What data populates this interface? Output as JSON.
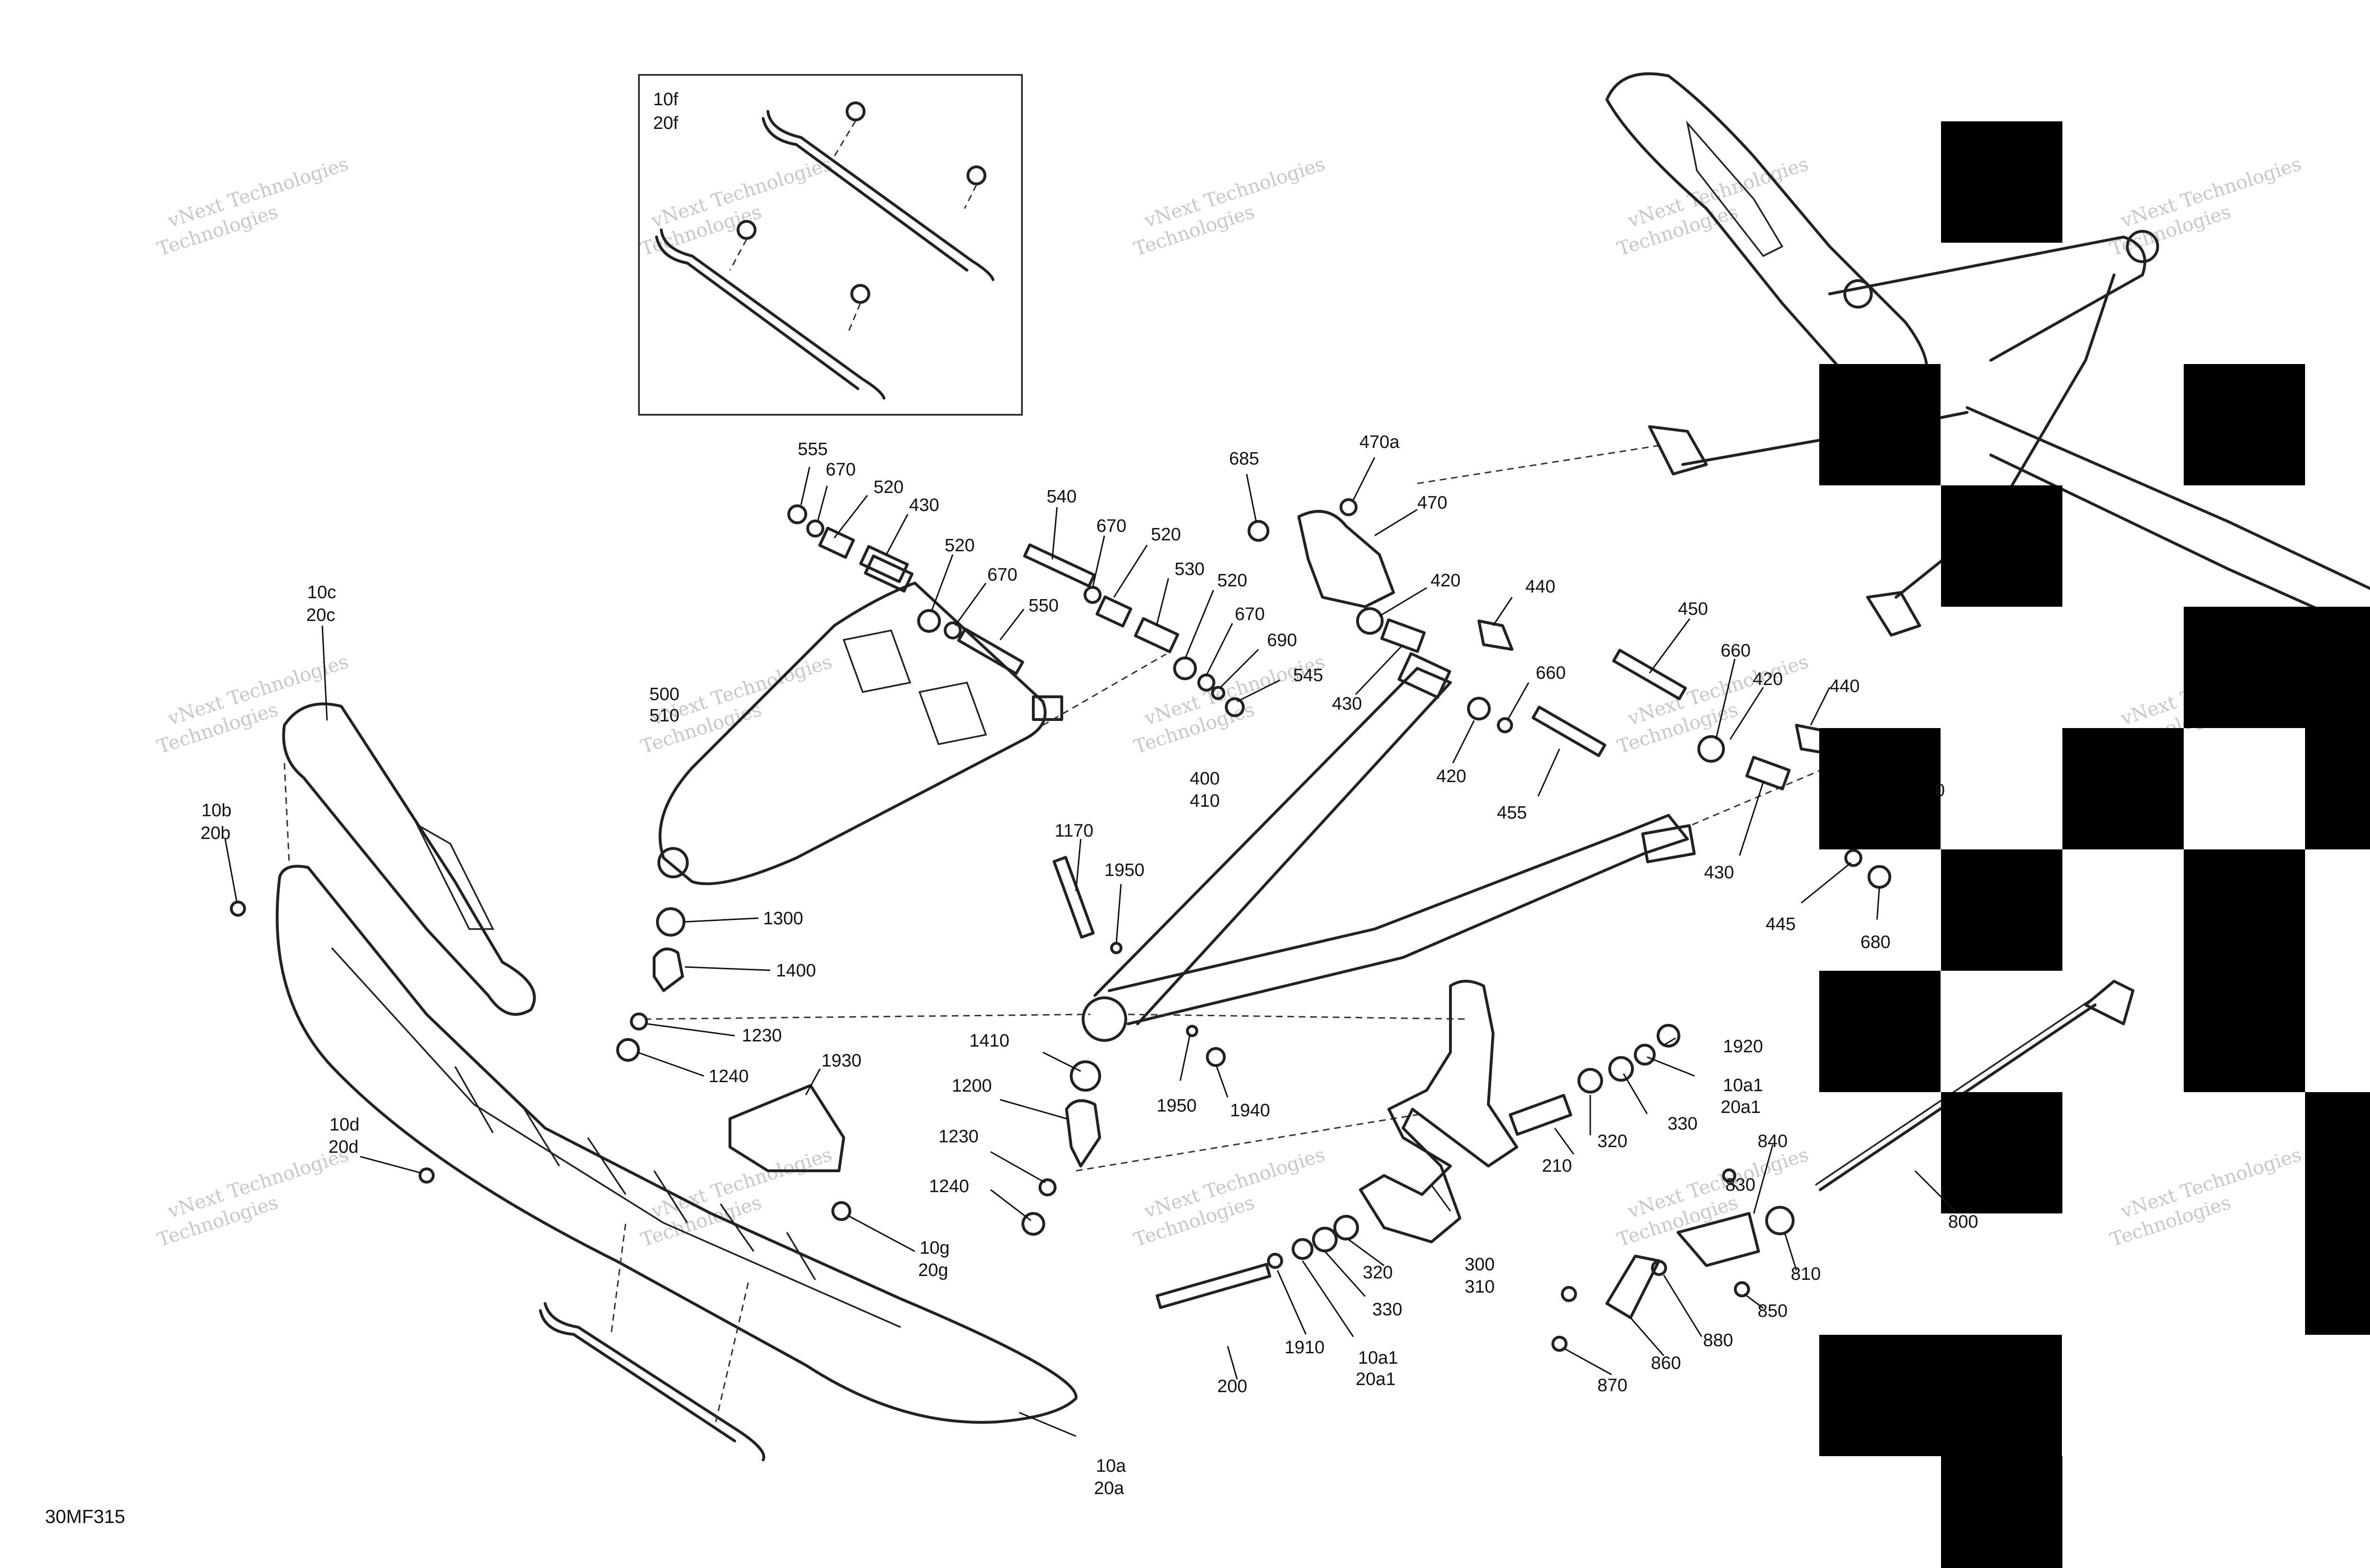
{
  "drawing_id": "30MF315",
  "inset_labels": [
    "10f",
    "20f"
  ],
  "watermark": {
    "line1": "vNext Technologies",
    "line2": "Technologies"
  },
  "callouts": [
    {
      "id": "c10c",
      "l1": "10c",
      "l2": "20c"
    },
    {
      "id": "c10b",
      "l1": "10b",
      "l2": "20b"
    },
    {
      "id": "c10d",
      "l1": "10d",
      "l2": "20d"
    },
    {
      "id": "c10g",
      "l1": "10g",
      "l2": "20g"
    },
    {
      "id": "c10a",
      "l1": "10a",
      "l2": "20a"
    },
    {
      "id": "c500",
      "l1": "500",
      "l2": "510"
    },
    {
      "id": "c400",
      "l1": "400",
      "l2": "410"
    },
    {
      "id": "c300",
      "l1": "300",
      "l2": "310"
    },
    {
      "id": "c10a1a",
      "l1": "10a1",
      "l2": "20a1"
    },
    {
      "id": "c10a1b",
      "l1": "10a1",
      "l2": "20a1"
    },
    {
      "id": "c555",
      "l1": "555"
    },
    {
      "id": "c670a",
      "l1": "670"
    },
    {
      "id": "c520a",
      "l1": "520"
    },
    {
      "id": "c430a",
      "l1": "430"
    },
    {
      "id": "c520b",
      "l1": "520"
    },
    {
      "id": "c670b",
      "l1": "670"
    },
    {
      "id": "c550",
      "l1": "550"
    },
    {
      "id": "c540",
      "l1": "540"
    },
    {
      "id": "c670c",
      "l1": "670"
    },
    {
      "id": "c520c",
      "l1": "520"
    },
    {
      "id": "c530",
      "l1": "530"
    },
    {
      "id": "c520d",
      "l1": "520"
    },
    {
      "id": "c670d",
      "l1": "670"
    },
    {
      "id": "c690",
      "l1": "690"
    },
    {
      "id": "c545",
      "l1": "545"
    },
    {
      "id": "c685",
      "l1": "685"
    },
    {
      "id": "c470a",
      "l1": "470a"
    },
    {
      "id": "c470",
      "l1": "470"
    },
    {
      "id": "c420a",
      "l1": "420"
    },
    {
      "id": "c440a",
      "l1": "440"
    },
    {
      "id": "c430b",
      "l1": "430"
    },
    {
      "id": "c420b",
      "l1": "420"
    },
    {
      "id": "c660a",
      "l1": "660"
    },
    {
      "id": "c455",
      "l1": "455"
    },
    {
      "id": "c450",
      "l1": "450"
    },
    {
      "id": "c660b",
      "l1": "660"
    },
    {
      "id": "c420c",
      "l1": "420"
    },
    {
      "id": "c440b",
      "l1": "440"
    },
    {
      "id": "c430c",
      "l1": "430"
    },
    {
      "id": "c445",
      "l1": "445"
    },
    {
      "id": "c680",
      "l1": "680"
    },
    {
      "id": "c1170",
      "l1": "1170"
    },
    {
      "id": "c1950a",
      "l1": "1950"
    },
    {
      "id": "c1300",
      "l1": "1300"
    },
    {
      "id": "c1400",
      "l1": "1400"
    },
    {
      "id": "c1230a",
      "l1": "1230"
    },
    {
      "id": "c1240a",
      "l1": "1240"
    },
    {
      "id": "c1930",
      "l1": "1930"
    },
    {
      "id": "c1410",
      "l1": "1410"
    },
    {
      "id": "c1200",
      "l1": "1200"
    },
    {
      "id": "c1230b",
      "l1": "1230"
    },
    {
      "id": "c1240b",
      "l1": "1240"
    },
    {
      "id": "c1950b",
      "l1": "1950"
    },
    {
      "id": "c1940",
      "l1": "1940"
    },
    {
      "id": "c1920",
      "l1": "1920"
    },
    {
      "id": "c330a",
      "l1": "330"
    },
    {
      "id": "c320a",
      "l1": "320"
    },
    {
      "id": "c210",
      "l1": "210"
    },
    {
      "id": "c320b",
      "l1": "320"
    },
    {
      "id": "c330b",
      "l1": "330"
    },
    {
      "id": "c1910",
      "l1": "1910"
    },
    {
      "id": "c200",
      "l1": "200"
    },
    {
      "id": "c840",
      "l1": "840"
    },
    {
      "id": "c830",
      "l1": "830"
    },
    {
      "id": "c810",
      "l1": "810"
    },
    {
      "id": "c850",
      "l1": "850"
    },
    {
      "id": "c880",
      "l1": "880"
    },
    {
      "id": "c860",
      "l1": "860"
    },
    {
      "id": "c870",
      "l1": "870"
    },
    {
      "id": "c800",
      "l1": "800"
    },
    {
      "id": "c460",
      "l1": "0"
    }
  ]
}
